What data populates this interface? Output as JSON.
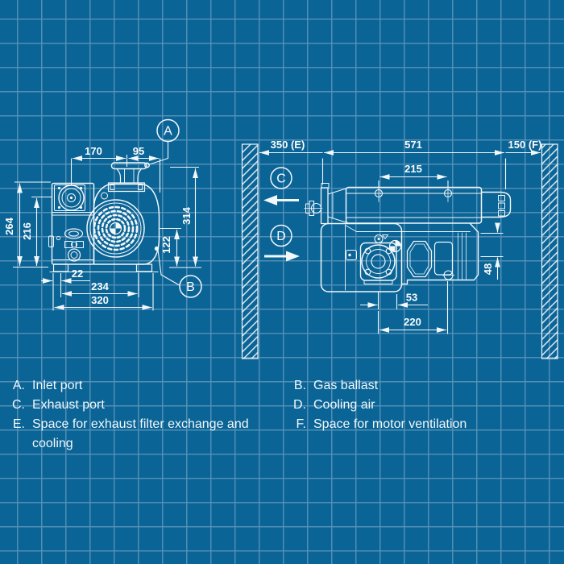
{
  "meta": {
    "description": "Blueprint dimensional drawing of a rotary vane vacuum pump, front and side views with clearance walls"
  },
  "colors": {
    "background": "#0A6496",
    "grid": "#5892B8",
    "line": "#F2F7FA",
    "text": "#FAFCFE"
  },
  "front_view": {
    "dims": {
      "port_spacing": "170",
      "inlet_to_edge": "95",
      "height_box": "264",
      "height_port": "216",
      "height_total": "314",
      "height_center": "122",
      "foot_offset": "22",
      "foot_spacing": "234",
      "width_total": "320"
    },
    "callouts": {
      "inlet": "A",
      "gas_ballast": "B"
    }
  },
  "side_view": {
    "dims": {
      "space_exhaust": "350 (E)",
      "length_total": "571",
      "space_motor": "150 (F)",
      "lug_spacing": "215",
      "outlet_height": "48",
      "drain_offset": "53",
      "mount_spacing": "220"
    },
    "callouts": {
      "exhaust": "C",
      "cooling": "D"
    }
  },
  "legend": {
    "left": [
      {
        "key": "A.",
        "label": "Inlet port"
      },
      {
        "key": "C.",
        "label": "Exhaust port"
      },
      {
        "key": "E.",
        "label": "Space for exhaust filter exchange and cooling"
      }
    ],
    "right": [
      {
        "key": "B.",
        "label": "Gas ballast"
      },
      {
        "key": "D.",
        "label": "Cooling air"
      },
      {
        "key": "F.",
        "label": "Space for motor ventilation"
      }
    ]
  }
}
